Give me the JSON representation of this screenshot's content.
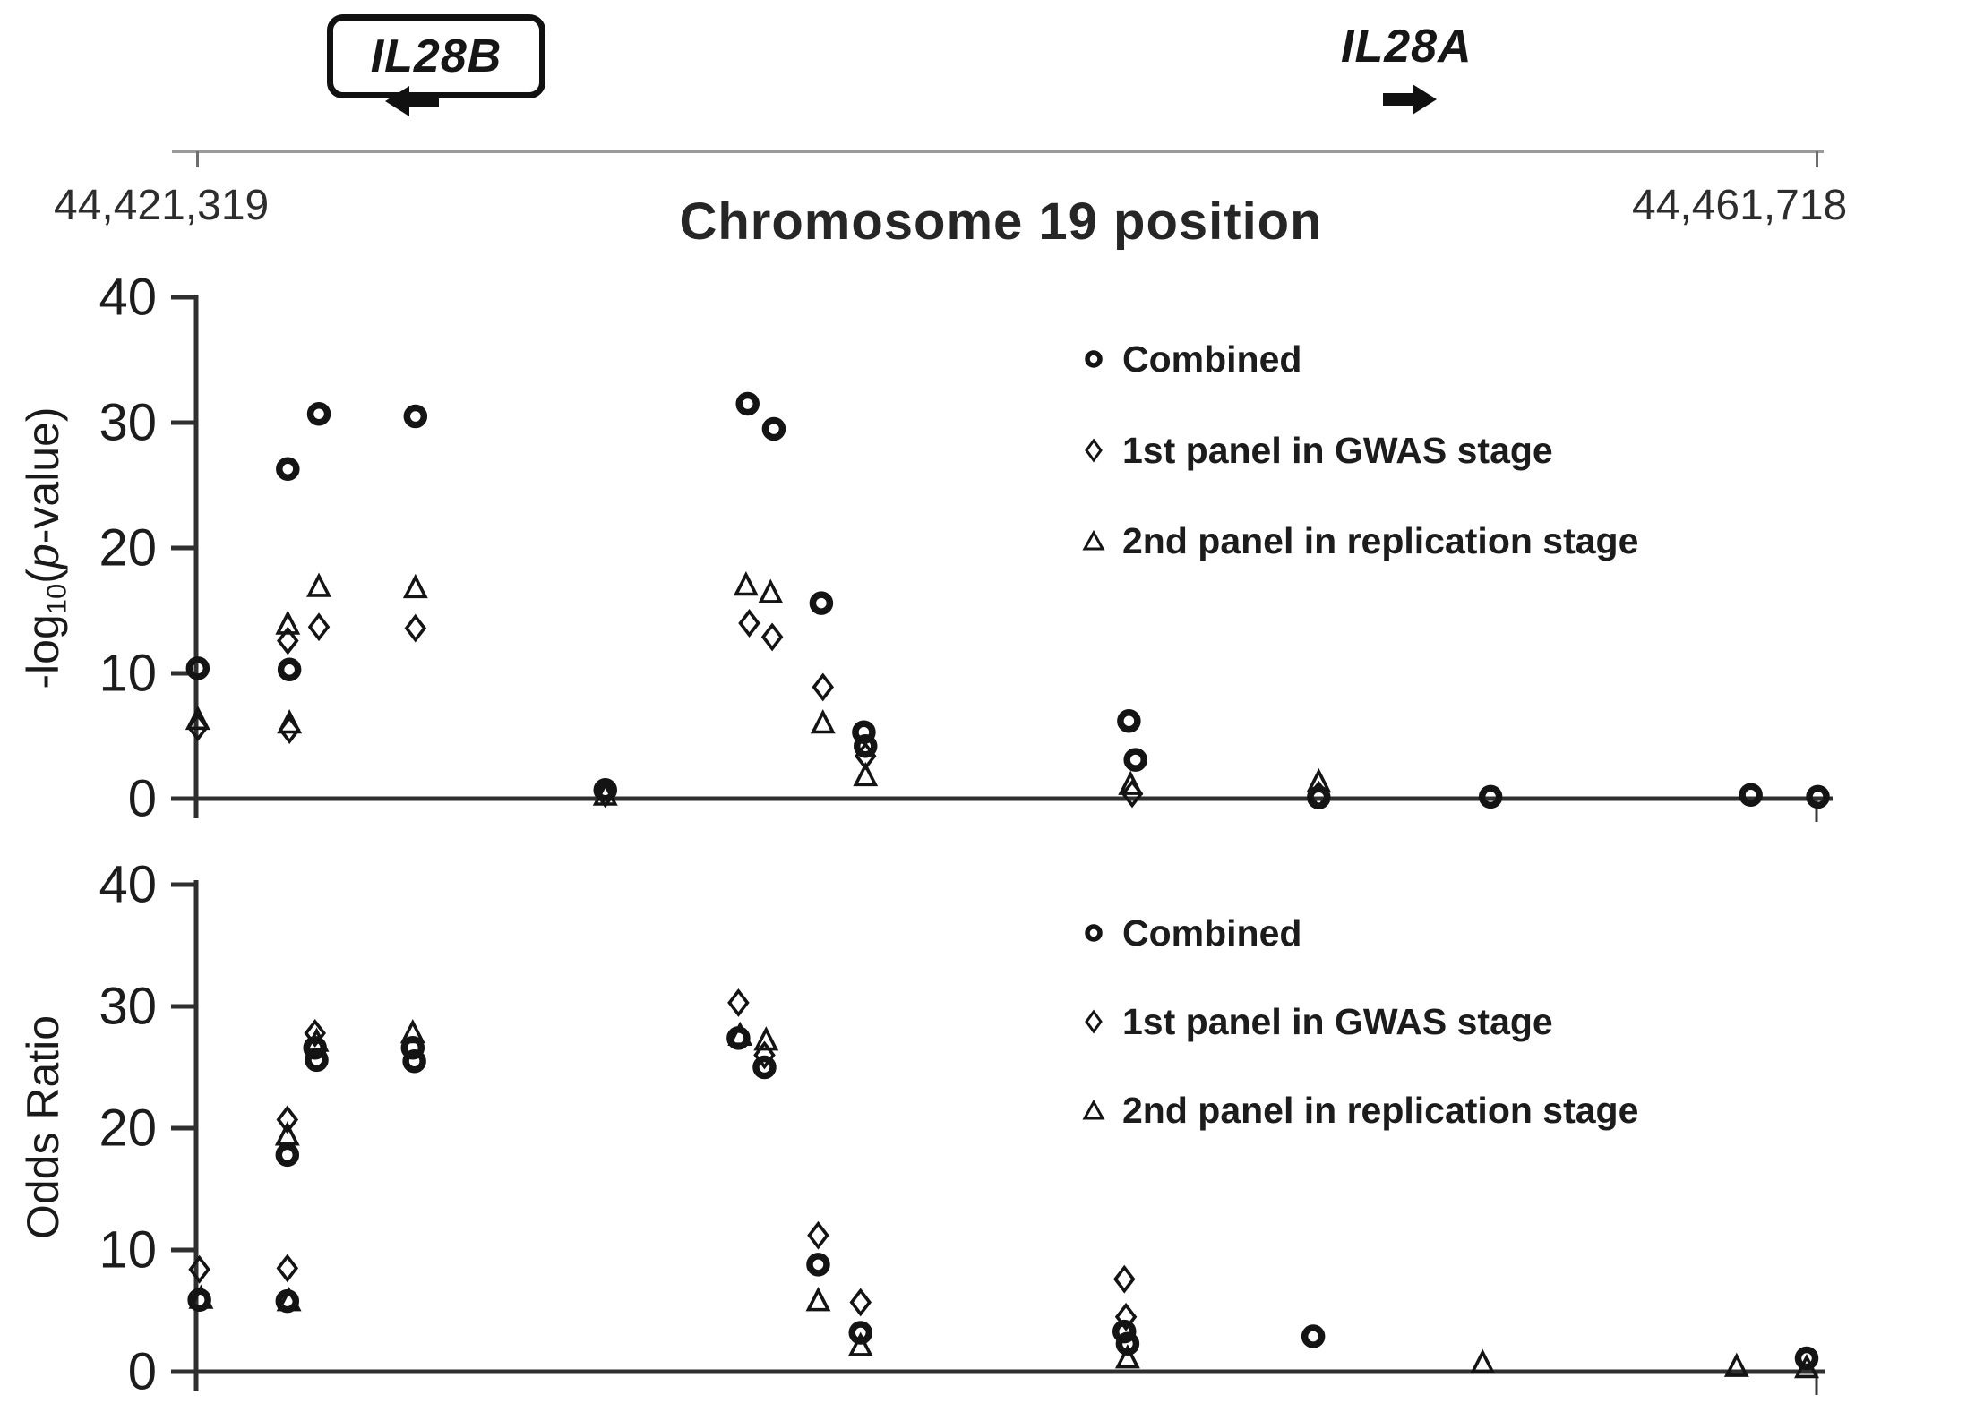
{
  "colors": {
    "ink": "#141414",
    "axis": "#2f2f2f",
    "gene_line_gray": "#9b9b9b",
    "text": "#1e1e1e"
  },
  "header": {
    "gene_left": {
      "label": "IL28B",
      "boxed": true,
      "arrow_direction": "left"
    },
    "gene_right": {
      "label": "IL28A",
      "boxed": false,
      "arrow_direction": "right"
    },
    "position_start": "44,421,319",
    "position_end": "44,461,718",
    "title": "Chromosome 19 position"
  },
  "plots": {
    "top": {
      "ylabel_pre": "-log",
      "ylabel_sub": "10",
      "ylabel_open": "(",
      "ylabel_p": "p",
      "ylabel_end": "-value)"
    },
    "bottom": {
      "ylabel": "Odds Ratio"
    }
  },
  "legend": {
    "position": "upper right inside",
    "items": [
      {
        "marker": "circle",
        "label": "Combined"
      },
      {
        "marker": "diamond",
        "label": "1st panel in GWAS stage"
      },
      {
        "marker": "triangle",
        "label": "2nd panel in replication stage"
      }
    ]
  },
  "chart_data": [
    {
      "type": "scatter",
      "panel": "top",
      "ylabel": "-log10(p-value)",
      "xlabel": "Chromosome 19 position",
      "x_range_labels": [
        "44,421,319",
        "44,461,718"
      ],
      "x_units": "fraction_of_axis_width",
      "ylim": [
        0,
        40
      ],
      "yticks": [
        0,
        10,
        20,
        30,
        40
      ],
      "grid": false,
      "series": [
        {
          "name": "Combined",
          "marker": "circle",
          "points": [
            [
              0.001,
              10.4
            ],
            [
              0.056,
              26.3
            ],
            [
              0.057,
              10.3
            ],
            [
              0.075,
              30.7
            ],
            [
              0.134,
              30.5
            ],
            [
              0.25,
              0.7
            ],
            [
              0.337,
              31.5
            ],
            [
              0.353,
              29.5
            ],
            [
              0.382,
              15.6
            ],
            [
              0.408,
              5.3
            ],
            [
              0.409,
              4.2
            ],
            [
              0.57,
              6.2
            ],
            [
              0.574,
              3.1
            ],
            [
              0.686,
              0.1
            ],
            [
              0.791,
              0.15
            ],
            [
              0.95,
              0.3
            ],
            [
              0.991,
              0.15
            ]
          ]
        },
        {
          "name": "1st panel in GWAS stage",
          "marker": "diamond",
          "points": [
            [
              0.001,
              5.7
            ],
            [
              0.056,
              12.6
            ],
            [
              0.057,
              5.5
            ],
            [
              0.075,
              13.7
            ],
            [
              0.134,
              13.6
            ],
            [
              0.25,
              0.4
            ],
            [
              0.338,
              14.0
            ],
            [
              0.352,
              12.9
            ],
            [
              0.383,
              8.9
            ],
            [
              0.409,
              3.4
            ],
            [
              0.572,
              0.4
            ],
            [
              0.686,
              0.3
            ]
          ]
        },
        {
          "name": "2nd panel in replication stage",
          "marker": "triangle",
          "points": [
            [
              0.001,
              6.3
            ],
            [
              0.056,
              13.9
            ],
            [
              0.057,
              6.0
            ],
            [
              0.075,
              16.9
            ],
            [
              0.134,
              16.8
            ],
            [
              0.25,
              0.25
            ],
            [
              0.336,
              17.0
            ],
            [
              0.351,
              16.4
            ],
            [
              0.383,
              6.0
            ],
            [
              0.409,
              1.8
            ],
            [
              0.571,
              1.1
            ],
            [
              0.686,
              1.3
            ]
          ]
        }
      ]
    },
    {
      "type": "scatter",
      "panel": "bottom",
      "ylabel": "Odds Ratio",
      "xlabel": "Chromosome 19 position",
      "x_range_labels": [
        "44,421,319",
        "44,461,718"
      ],
      "x_units": "fraction_of_axis_width",
      "ylim": [
        0,
        40
      ],
      "yticks": [
        0,
        10,
        20,
        30,
        40
      ],
      "grid": false,
      "series": [
        {
          "name": "Combined",
          "marker": "circle",
          "points": [
            [
              0.002,
              5.9
            ],
            [
              0.056,
              17.8
            ],
            [
              0.056,
              5.8
            ],
            [
              0.073,
              26.6
            ],
            [
              0.074,
              25.6
            ],
            [
              0.133,
              26.6
            ],
            [
              0.134,
              25.5
            ],
            [
              0.333,
              27.4
            ],
            [
              0.349,
              25.0
            ],
            [
              0.382,
              8.8
            ],
            [
              0.408,
              3.2
            ],
            [
              0.57,
              3.3
            ],
            [
              0.572,
              2.3
            ],
            [
              0.686,
              2.9
            ],
            [
              0.989,
              1.1
            ]
          ]
        },
        {
          "name": "1st panel in GWAS stage",
          "marker": "diamond",
          "points": [
            [
              0.002,
              8.4
            ],
            [
              0.056,
              20.7
            ],
            [
              0.056,
              8.5
            ],
            [
              0.073,
              27.8
            ],
            [
              0.333,
              30.3
            ],
            [
              0.349,
              26.0
            ],
            [
              0.382,
              11.2
            ],
            [
              0.408,
              5.7
            ],
            [
              0.57,
              7.6
            ],
            [
              0.571,
              4.5
            ]
          ]
        },
        {
          "name": "2nd panel in replication stage",
          "marker": "triangle",
          "points": [
            [
              0.003,
              6.0
            ],
            [
              0.056,
              19.4
            ],
            [
              0.057,
              5.8
            ],
            [
              0.074,
              27.1
            ],
            [
              0.133,
              27.8
            ],
            [
              0.334,
              27.6
            ],
            [
              0.35,
              27.2
            ],
            [
              0.382,
              5.8
            ],
            [
              0.408,
              2.1
            ],
            [
              0.572,
              1.1
            ],
            [
              0.79,
              0.7
            ],
            [
              0.946,
              0.4
            ],
            [
              0.989,
              0.3
            ]
          ]
        }
      ]
    }
  ]
}
